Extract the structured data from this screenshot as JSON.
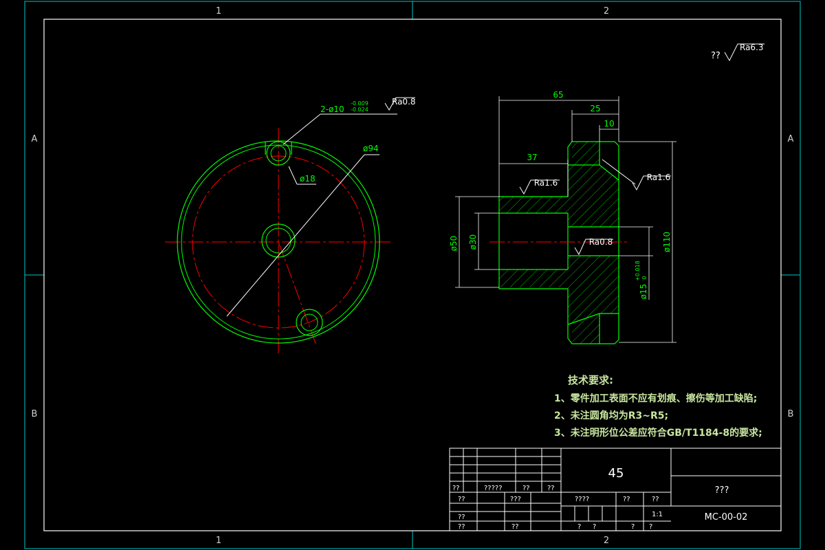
{
  "frame": {
    "zones_top": [
      "1",
      "2"
    ],
    "zones_bottom": [
      "1",
      "2"
    ],
    "zones_left": [
      "A",
      "B"
    ],
    "zones_right": [
      "A",
      "B"
    ]
  },
  "general_roughness": {
    "prefix": "??",
    "value": "Ra6.3"
  },
  "front_view": {
    "hole_callout": "2-ø10",
    "hole_tol_upper": "-0.009",
    "hole_tol_lower": "-0.024",
    "hole_roughness": "Ra0.8",
    "pcd_label": "ø94",
    "boss_label": "ø18"
  },
  "section_view": {
    "dim_overall": "65",
    "dim_flange": "25",
    "dim_step": "10",
    "dim_hub": "37",
    "dia_hub": "ø50",
    "dia_bore": "ø30",
    "dia_flange": "ø110",
    "dia_inner_bore": "ø15",
    "inner_bore_tol_upper": "+0.018",
    "inner_bore_tol_lower": "0",
    "rough_hub": "Ra1.6",
    "rough_flange": "Ra1.6",
    "rough_bore": "Ra0.8"
  },
  "tech_requirements": {
    "heading": "技术要求:",
    "items": [
      "1、零件加工表面不应有划痕、擦伤等加工缺陷;",
      "2、未注圆角均为R3~R5;",
      "3、未注明形位公差应符合GB/T1184-8的要求;"
    ]
  },
  "title_block": {
    "material": "45",
    "part_name": "???",
    "drawing_no": "MC-00-02",
    "scale": "1:1",
    "cells": {
      "r1c1": "??",
      "r1c3": "?????",
      "r1c4": "??",
      "r1c5": "??",
      "r2c1": "??",
      "r2c3": "???",
      "r2c6": "????",
      "r2c7": "??",
      "r2c8": "??",
      "r3c1": "??",
      "r4c1": "??",
      "r4c3": "??",
      "r4c6": "?",
      "r4c7": "?",
      "r4c8": "?",
      "r4c9": "?"
    }
  },
  "colors": {
    "background": "#000000",
    "frame": "#ffffff",
    "zone_lines": "#00c8c8",
    "outline": "#00ff00",
    "centerline": "#ff0000",
    "dimension": "#ffffff",
    "dimension_text": "#00ff00",
    "hatch": "#00c000",
    "tech_text": "#c8e6a0"
  }
}
